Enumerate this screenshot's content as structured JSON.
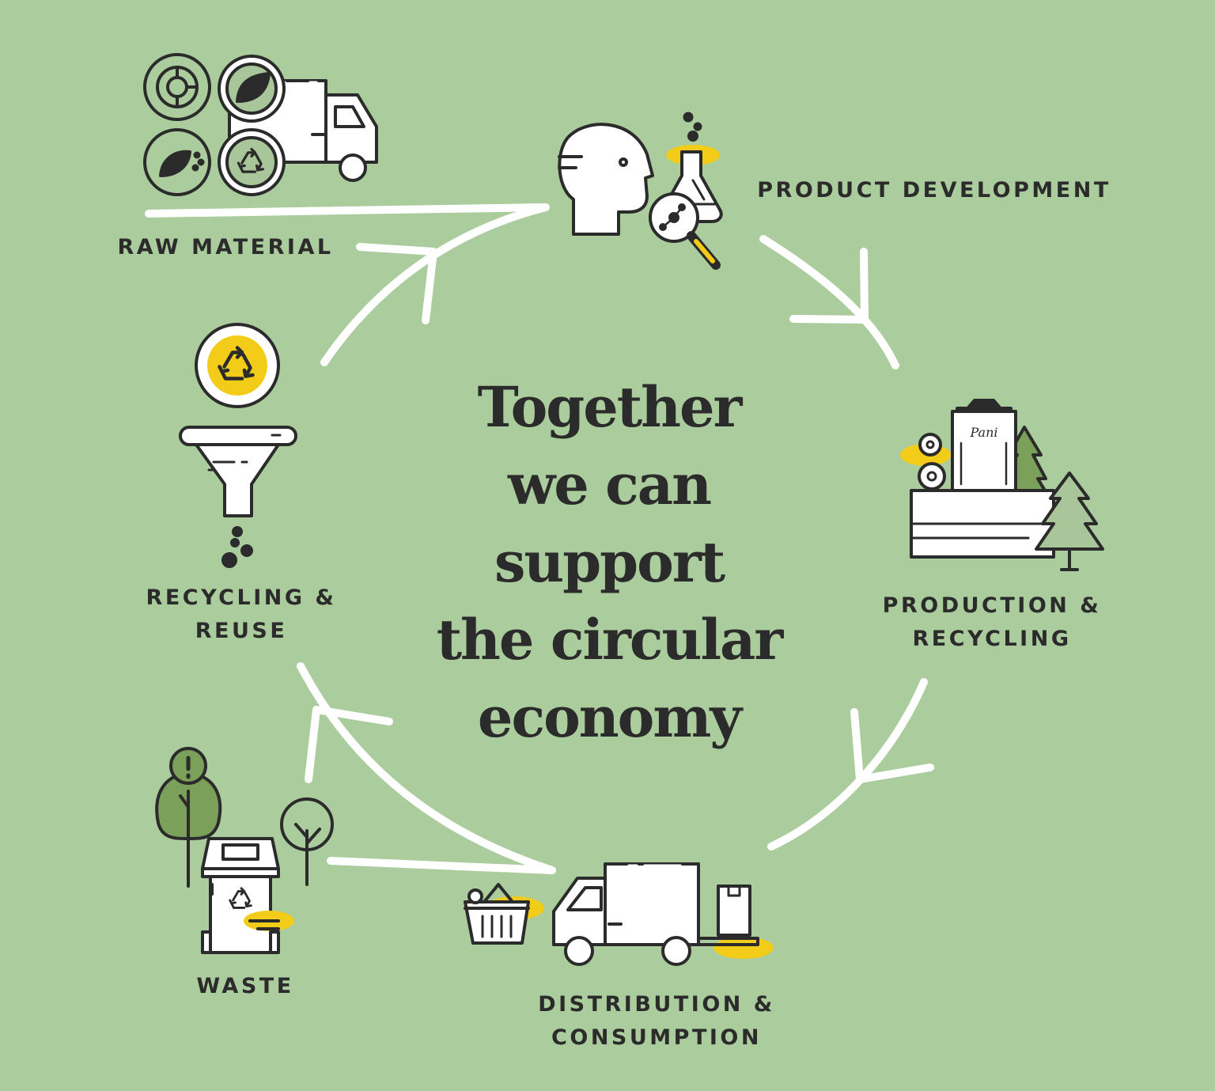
{
  "headline": [
    "Together",
    "we can",
    "support",
    "the circular",
    "economy"
  ],
  "stages": [
    {
      "lines": [
        "RAW MATERIAL"
      ],
      "icon": "raw-material-icon"
    },
    {
      "lines": [
        "PRODUCT DEVELOPMENT"
      ],
      "icon": "product-development-icon"
    },
    {
      "lines": [
        "PRODUCTION &",
        "RECYCLING"
      ],
      "icon": "production-icon"
    },
    {
      "lines": [
        "DISTRIBUTION &",
        "CONSUMPTION"
      ],
      "icon": "distribution-icon"
    },
    {
      "lines": [
        "WASTE"
      ],
      "icon": "waste-bin-icon"
    },
    {
      "lines": [
        "RECYCLING &",
        "REUSE"
      ],
      "icon": "recycling-funnel-icon"
    }
  ],
  "brand": "Pani",
  "colors": {
    "background": "#abcc9c",
    "line": "#ffffff",
    "ink": "#2b2b2b",
    "accent_yellow": "#f3cc1a",
    "accent_green": "#7aa05a",
    "icon_fill": "#ffffff"
  }
}
